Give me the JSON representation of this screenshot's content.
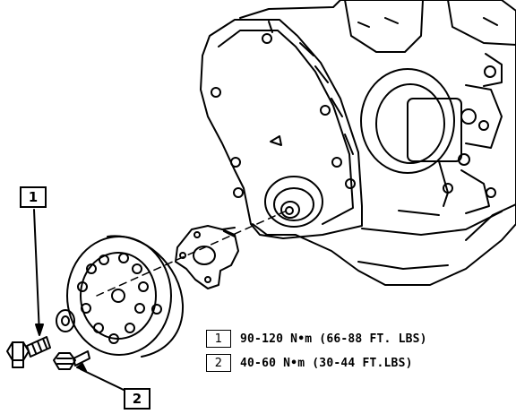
{
  "callouts": [
    {
      "id": "1",
      "label": "1"
    },
    {
      "id": "2",
      "label": "2"
    }
  ],
  "legend": [
    {
      "num": "1",
      "spec": "90-120 N•m (66-88 FT. LBS)"
    },
    {
      "num": "2",
      "spec": "40-60 N•m (30-44 FT.LBS)"
    }
  ]
}
